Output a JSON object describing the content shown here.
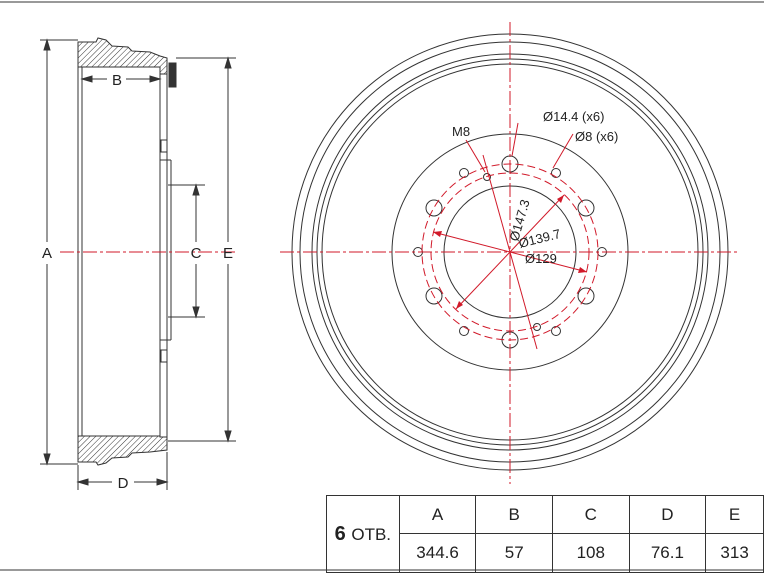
{
  "side_view": {
    "labels": {
      "a": "A",
      "b": "B",
      "c": "C",
      "d": "D",
      "e": "E"
    }
  },
  "front_view": {
    "labels": {
      "m8": "M8",
      "hole_big": "Ø14.4 (x6)",
      "hole_small": "Ø8 (x6)",
      "d_147": "Ø147.3",
      "d_139": "Ø139.7",
      "d_129": "Ø129"
    }
  },
  "spec_table": {
    "holes_count": "6",
    "holes_unit": "ОТВ.",
    "headers": [
      "A",
      "B",
      "C",
      "D",
      "E"
    ],
    "values": [
      "344.6",
      "57",
      "108",
      "76.1",
      "313"
    ]
  },
  "colors": {
    "line": "#333333",
    "dim_red": "#d11a2a"
  }
}
